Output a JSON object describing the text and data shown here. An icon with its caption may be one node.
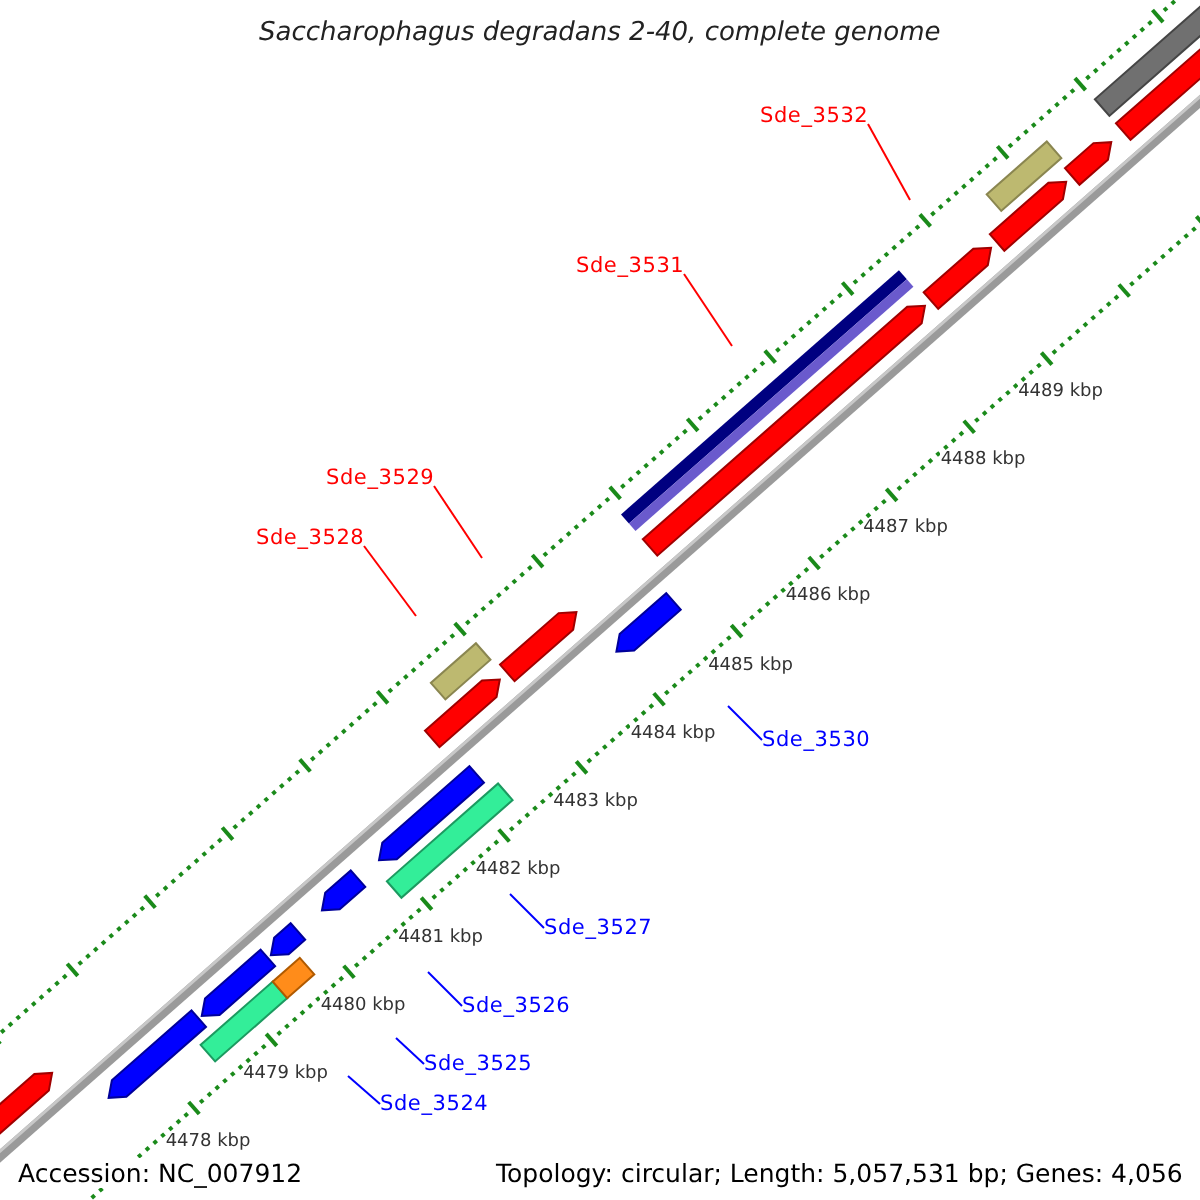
{
  "diagram": {
    "title": "Saccharophagus degradans 2-40, complete genome",
    "nodes": [
      {
        "text": [
          "Sde_3532"
        ]
      },
      {
        "text": [
          "Sde_3531"
        ]
      },
      {
        "text": [
          "Sde_3529"
        ]
      },
      {
        "text": [
          "Sde_3528"
        ]
      },
      {
        "text": [
          "Sde_3530"
        ]
      },
      {
        "text": [
          "Sde_3527"
        ]
      },
      {
        "text": [
          "Sde_3526"
        ]
      },
      {
        "text": [
          "Sde_3525"
        ]
      },
      {
        "text": [
          "Sde_3524"
        ]
      }
    ],
    "edges": [
      {
        "from": 0,
        "to": null,
        "arrow": "none",
        "color": "#ff0000"
      },
      {
        "from": 1,
        "to": null,
        "arrow": "none",
        "color": "#ff0000"
      },
      {
        "from": 2,
        "to": null,
        "arrow": "none",
        "color": "#ff0000"
      },
      {
        "from": 3,
        "to": null,
        "arrow": "none",
        "color": "#ff0000"
      },
      {
        "from": 4,
        "to": null,
        "arrow": "none"
      },
      {
        "from": 5,
        "to": null,
        "arrow": "none"
      },
      {
        "from": 6,
        "to": null,
        "arrow": "none"
      },
      {
        "from": 7,
        "to": null,
        "arrow": "none"
      },
      {
        "from": 8,
        "to": null,
        "arrow": "none"
      }
    ],
    "labels": [
      "4489 kbp",
      "4488 kbp",
      "4487 kbp",
      "4486 kbp",
      "4485 kbp",
      "4484 kbp",
      "4483 kbp",
      "4482 kbp",
      "4481 kbp",
      "4480 kbp",
      "4479 kbp",
      "4478 kbp",
      "Accession: NC_007912",
      "Topology: circular; Length: 5,057,531 bp; Genes: 4,056"
    ]
  }
}
